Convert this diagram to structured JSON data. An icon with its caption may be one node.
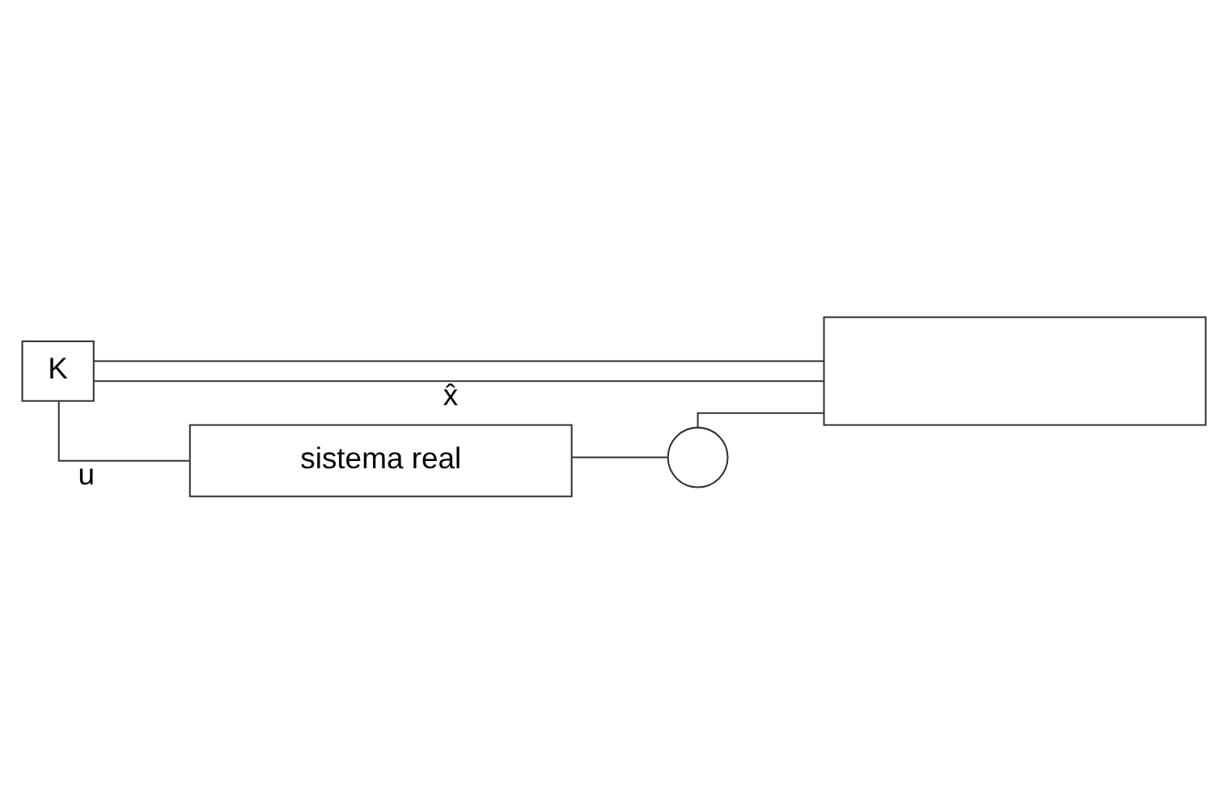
{
  "diagram": {
    "nodes": [
      {
        "text": [
          "sistema real"
        ]
      },
      {
        "text": [],
        "shape": "circle"
      },
      {
        "text": [],
        "shape": "box"
      },
      {
        "text": [
          "K"
        ]
      }
    ],
    "edges": [
      {
        "from": 3,
        "to": 0,
        "arrow": "none",
        "label": "u"
      },
      {
        "from": 3,
        "to": 2,
        "arrow": "none"
      },
      {
        "from": 0,
        "to": 1,
        "arrow": "none"
      },
      {
        "from": 1,
        "to": 2,
        "arrow": "none"
      },
      {
        "from": 2,
        "to": 3,
        "arrow": "none",
        "label": "x̂"
      }
    ]
  }
}
